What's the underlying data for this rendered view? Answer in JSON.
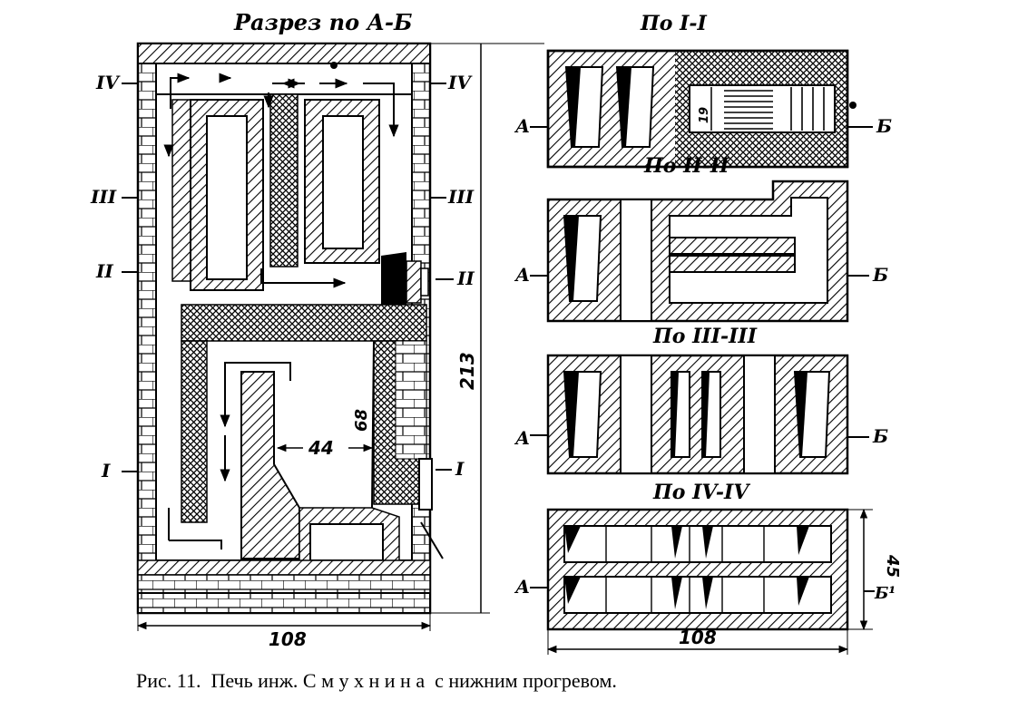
{
  "titles": {
    "section_ab": "Разрез по А-Б",
    "sec1": "По I-I",
    "sec2": "По II-II",
    "sec3": "По III-III",
    "sec4": "По IV-IV"
  },
  "level_marks": {
    "iv": "IV",
    "iii": "III",
    "ii": "II",
    "i": "I"
  },
  "side_marks": {
    "a": "А",
    "b": "Б",
    "b4": "Б¹"
  },
  "dimensions": {
    "width_108": "108",
    "height_213": "213",
    "dim_68": "68",
    "dim_44": "44",
    "dim_45": "45",
    "dim_19": "19",
    "width_108_plan": "108"
  },
  "caption": "Рис. 11.  Печь инж. С м у х н и н а  с нижним прогревом.",
  "colors": {
    "ink": "#000000",
    "paper": "#ffffff"
  }
}
